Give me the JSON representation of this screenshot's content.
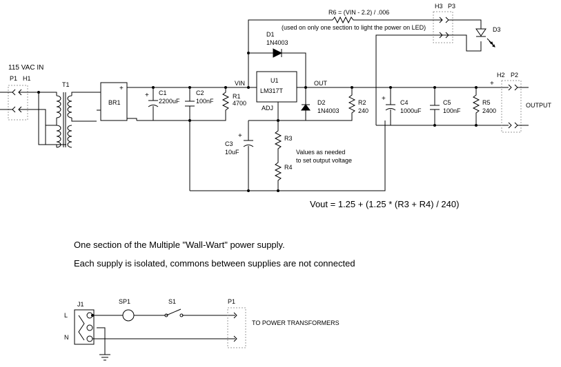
{
  "labels": {
    "ac_input": "115 VAC IN",
    "p1": "P1",
    "h1": "H1",
    "t1": "T1",
    "br1": "BR1",
    "c1_ref": "C1",
    "c1_val": "2200uF",
    "c2_ref": "C2",
    "c2_val": "100nF",
    "r1_ref": "R1",
    "r1_val": "4700",
    "vin": "VIN",
    "u1_ref": "U1",
    "u1_val": "LM317T",
    "adj": "ADJ",
    "out": "OUT",
    "d1_ref": "D1",
    "d1_val": "1N4003",
    "d2_ref": "D2",
    "d2_val": "1N4003",
    "r2_ref": "R2",
    "r2_val": "240",
    "c3_ref": "C3",
    "c3_val": "10uF",
    "r3_ref": "R3",
    "r4_ref": "R4",
    "values_note_1": "Values as needed",
    "values_note_2": "to set output voltage",
    "r6_formula": "R6 = (VIN - 2.2) / .006",
    "r6_note": "(used on only one section to light the power on LED)",
    "h3": "H3",
    "p3": "P3",
    "d3": "D3",
    "c4_ref": "C4",
    "c4_val": "1000uF",
    "c5_ref": "C5",
    "c5_val": "100nF",
    "r5_ref": "R5",
    "r5_val": "2400",
    "h2": "H2",
    "p2": "P2",
    "output": "OUTPUT",
    "plus": "+",
    "vout_formula": "Vout = 1.25 + (1.25 * (R3 + R4) / 240)",
    "j1": "J1",
    "sp1": "SP1",
    "s1": "S1",
    "p1_bottom": "P1",
    "line_l": "L",
    "line_n": "N",
    "to_transformers": "TO POWER TRANSFORMERS"
  },
  "notes": {
    "section_note": "One section of the Multiple \"Wall-Wart\" power supply.",
    "isolation_note": "Each supply is isolated, commons between supplies are not connected"
  }
}
